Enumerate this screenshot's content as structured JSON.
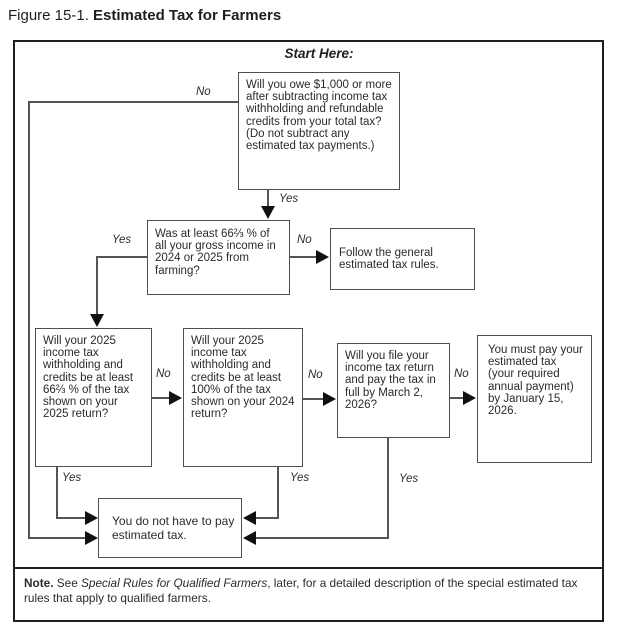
{
  "title": {
    "prefix": "Figure 15-1. ",
    "main": "Estimated Tax for Farmers"
  },
  "flowchart": {
    "start_label": "Start Here:",
    "nodes": {
      "owe_1000": "Will you owe $1,000 or more after subtracting income tax withholding and refundable credits from your total tax? (Do not subtract any estimated tax payments.)",
      "gross_income_farming": "Was at least 66⅔ % of all your gross income in 2024 or 2025 from farming?",
      "general_rules": "Follow the general estimated tax rules.",
      "withholding_2025": "Will your 2025 income tax withholding and credits be at least 66⅔ % of the tax shown on your 2025 return?",
      "withholding_100_2024": "Will your 2025 income tax withholding and credits be at least 100% of the tax shown on your 2024 return?",
      "file_by_march": "Will you file your income tax return and pay the tax in full by March 2, 2026?",
      "must_pay": "You must pay your estimated tax (your required annual payment) by January 15, 2026.",
      "no_estimated_tax": "You do not have to pay estimated tax."
    },
    "labels": {
      "yes": "Yes",
      "no": "No"
    }
  },
  "note": {
    "label": "Note.",
    "see": " See ",
    "italic": "Special Rules for Qualified Farmers",
    "rest": ", later, for a detailed description of the special estimated tax rules that apply to qualified farmers."
  },
  "colors": {
    "border": "#1f1f1f",
    "box_border": "#4f4f4f",
    "line": "#555555",
    "arrow": "#111111",
    "text": "#2b2b2b"
  }
}
